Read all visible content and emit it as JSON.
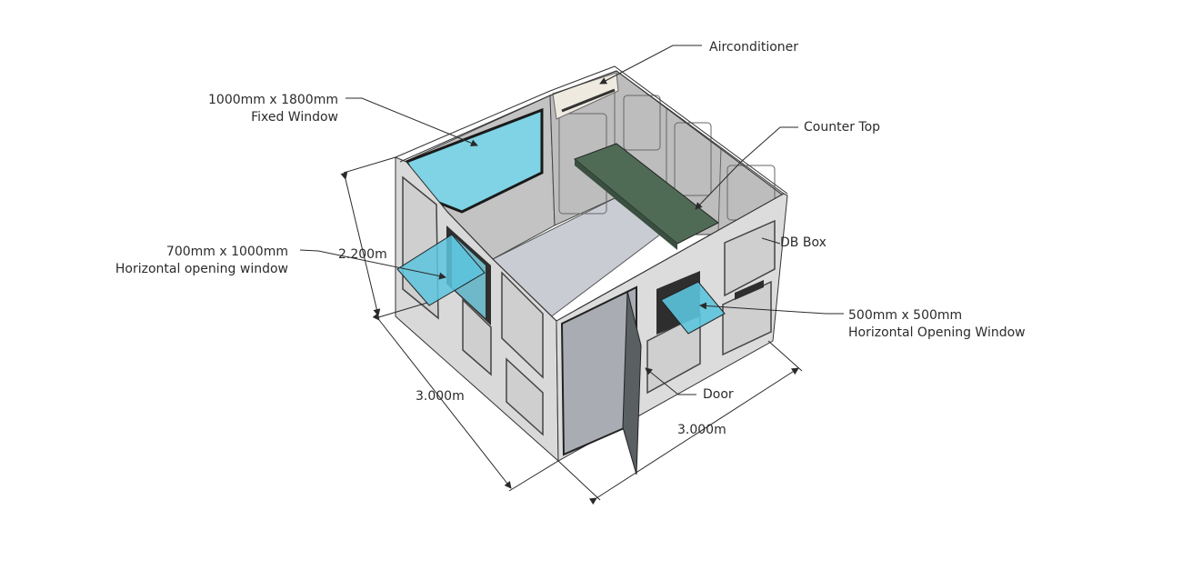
{
  "colors": {
    "panel": "#d9d9d9",
    "panel_dark": "#cfcfcf",
    "wall_inner": "#b8b8b8",
    "floor": "#c9ccd3",
    "glass": "#7fd3e4",
    "glass_open": "#5cc4dd",
    "counter": "#4f6b55",
    "door": "#a9adb3",
    "trim": "#ffffff",
    "line": "#2a2a2a"
  },
  "labels": {
    "aircon": "Airconditioner",
    "fixed_window_size": "1000mm x 1800mm",
    "fixed_window_name": "Fixed Window",
    "counter_top": "Counter Top",
    "db_box": "DB Box",
    "h_window_size": "700mm x 1000mm",
    "h_window_name": "Horizontal opening window",
    "small_window_size": "500mm x 500mm",
    "small_window_name": "Horizontal Opening Window",
    "door": "Door",
    "height_dim": "2.200m",
    "left_dim": "3.000m",
    "right_dim": "3.000m"
  }
}
